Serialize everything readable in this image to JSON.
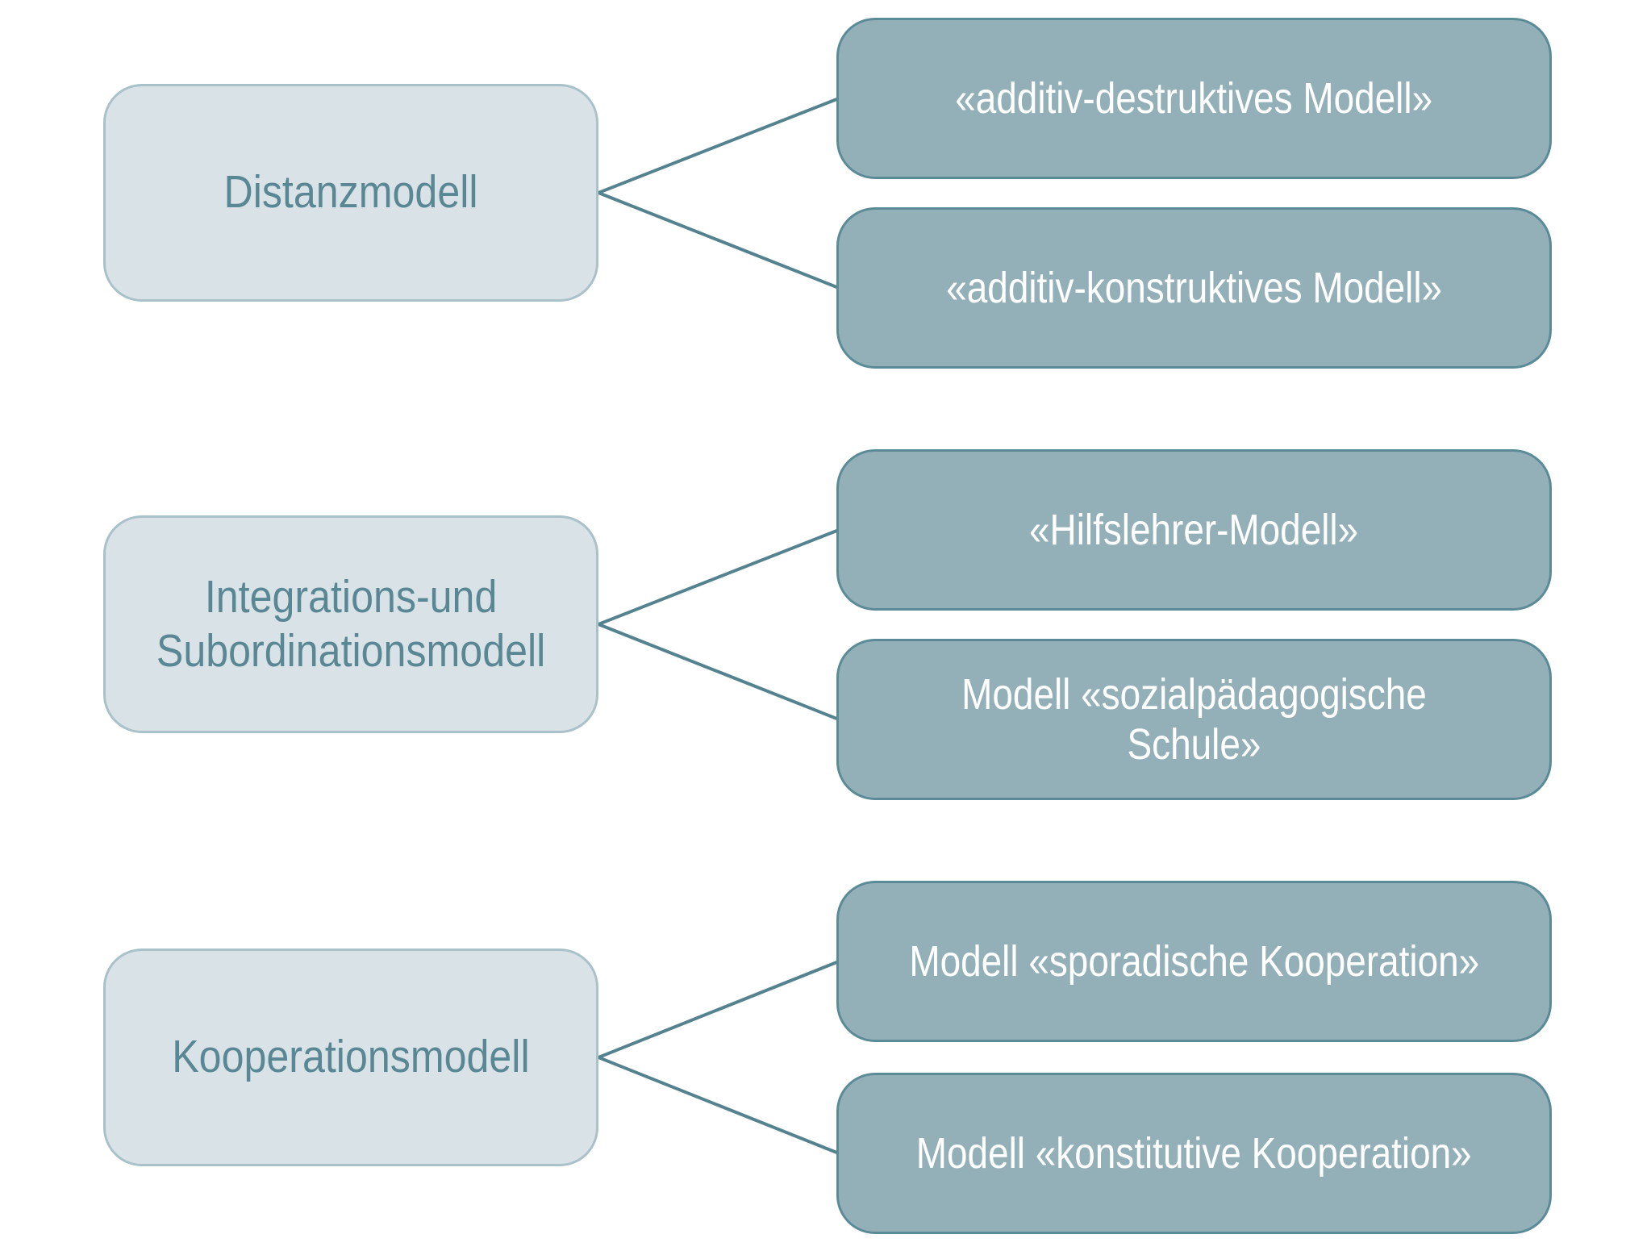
{
  "diagram": {
    "type": "hierarchy",
    "groups": [
      {
        "parent": {
          "label": "Distanzmodell"
        },
        "children": [
          {
            "label": "«additiv-destruktives Modell»"
          },
          {
            "label": "«additiv-konstruktives Modell»"
          }
        ]
      },
      {
        "parent": {
          "label": "Integrations-und\nSubordinationsmodell"
        },
        "children": [
          {
            "label": "«Hilfslehrer-Modell»"
          },
          {
            "label": "Modell «sozialpädagogische Schule»"
          }
        ]
      },
      {
        "parent": {
          "label": "Kooperationsmodell"
        },
        "children": [
          {
            "label": "Modell «sporadische Kooperation»"
          },
          {
            "label": "Modell «konstitutive Kooperation»"
          }
        ]
      }
    ],
    "colors": {
      "background": "#ffffff",
      "parent_fill": "#d9e3e7",
      "parent_border": "#a9c1c9",
      "parent_text": "#5a8794",
      "child_fill": "#93b0b8",
      "child_border": "#5a8b97",
      "child_text": "#ffffff",
      "connector": "#55828f"
    }
  }
}
